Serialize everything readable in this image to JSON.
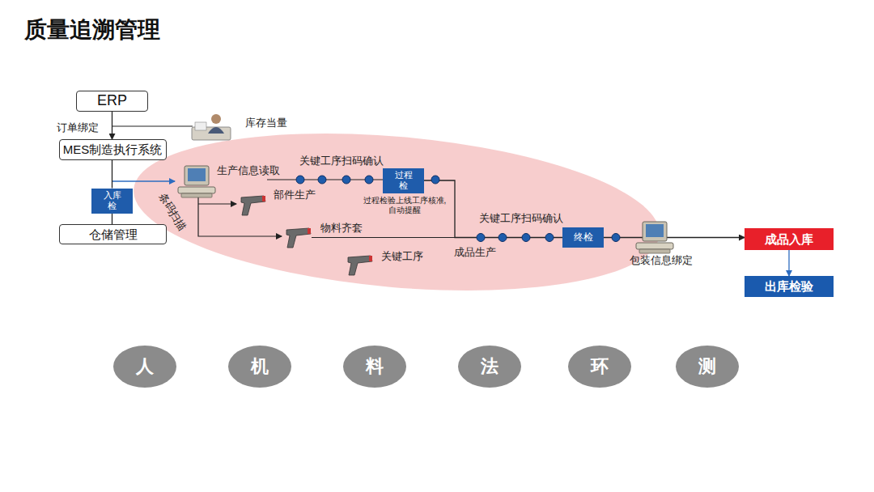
{
  "diagram": {
    "title": "质量追溯管理",
    "nodes": [
      {
        "text": [
          "ERP"
        ]
      },
      {
        "text": [
          "MES制造执行系统"
        ]
      },
      {
        "text": [
          "入库 检"
        ]
      },
      {
        "text": [
          "仓储管理"
        ]
      },
      {
        "text": [
          "过程 检"
        ]
      },
      {
        "text": [
          "终检"
        ]
      },
      {
        "text": [
          "成品入库"
        ]
      },
      {
        "text": [
          "出库检验"
        ]
      },
      {
        "text": [
          "人"
        ]
      },
      {
        "text": [
          "机"
        ]
      },
      {
        "text": [
          "料"
        ]
      },
      {
        "text": [
          "法"
        ]
      },
      {
        "text": [
          "环"
        ]
      },
      {
        "text": [
          "测"
        ]
      }
    ],
    "edges": [
      {
        "from": 0,
        "to": 1,
        "arrow": "to"
      },
      {
        "from": 1,
        "to": 2,
        "arrow": "none"
      },
      {
        "from": 2,
        "to": 3,
        "arrow": "none"
      },
      {
        "from": 4,
        "to": 5,
        "arrow": "none"
      },
      {
        "from": 5,
        "to": 6,
        "arrow": "to"
      },
      {
        "from": 6,
        "to": 7,
        "arrow": "to"
      }
    ],
    "labels": [
      "订单绑定",
      "库存当量",
      "生产信息读取",
      "条码扫描",
      "关键工序扫码确认",
      "部件生产",
      "过程检验上线工序核准, 自动提醒",
      "物料齐套",
      "关键工序扫码确认",
      "关键工序",
      "成品生产",
      "包装信息绑定"
    ]
  }
}
